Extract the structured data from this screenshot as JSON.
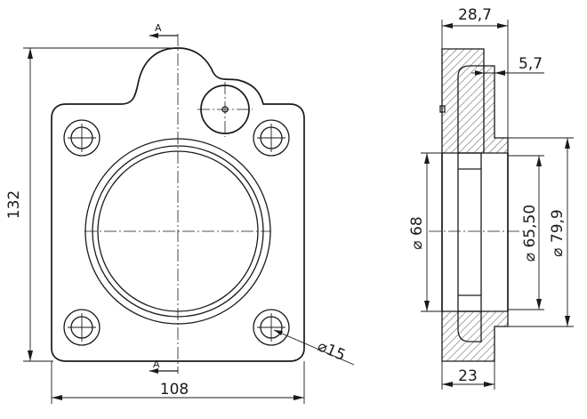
{
  "front_view": {
    "section_top_label": "A",
    "section_bottom_label": "A",
    "height_dim": "132",
    "width_dim": "108",
    "hole_dim": "⌀15"
  },
  "side_view": {
    "total_width_dim": "28,7",
    "lip_dim": "5,7",
    "base_width_dim": "23",
    "bore_dim": "⌀ 68",
    "inner_dim": "⌀ 65,50",
    "outer_dim": "⌀ 79,9"
  }
}
